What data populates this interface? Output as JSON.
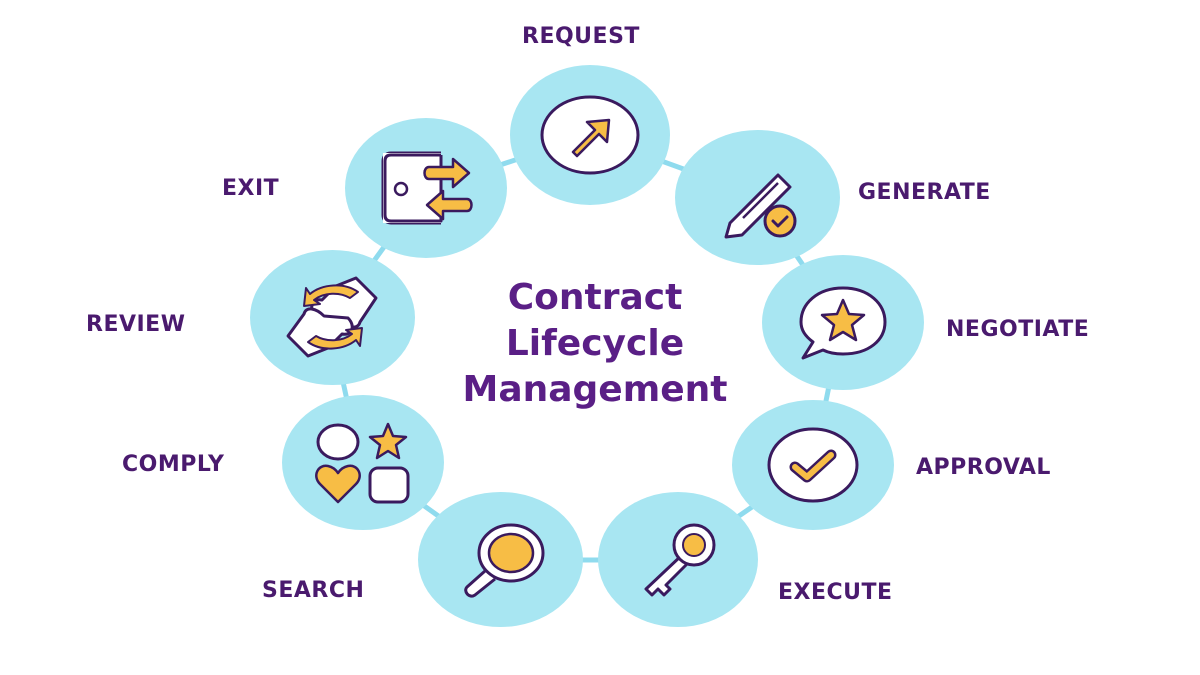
{
  "title": {
    "line1": "Contract",
    "line2": "Lifecycle",
    "line3": "Management"
  },
  "colors": {
    "node_fill": "#a8e6f2",
    "connector": "#8fdbee",
    "icon_outline": "#3a1a5e",
    "icon_accent": "#f7bd45",
    "label_text": "#4a1a6e",
    "title_text": "#5a1f86"
  },
  "stages": [
    {
      "label": "REQUEST",
      "icon": "arrow-up-right-icon"
    },
    {
      "label": "GENERATE",
      "icon": "pencil-check-icon"
    },
    {
      "label": "NEGOTIATE",
      "icon": "speech-bubble-star-icon"
    },
    {
      "label": "APPROVAL",
      "icon": "checkmark-circle-icon"
    },
    {
      "label": "EXECUTE",
      "icon": "key-icon"
    },
    {
      "label": "SEARCH",
      "icon": "magnifier-icon"
    },
    {
      "label": "COMPLY",
      "icon": "shapes-icon"
    },
    {
      "label": "REVIEW",
      "icon": "refresh-documents-icon"
    },
    {
      "label": "EXIT",
      "icon": "exit-door-icon"
    }
  ]
}
